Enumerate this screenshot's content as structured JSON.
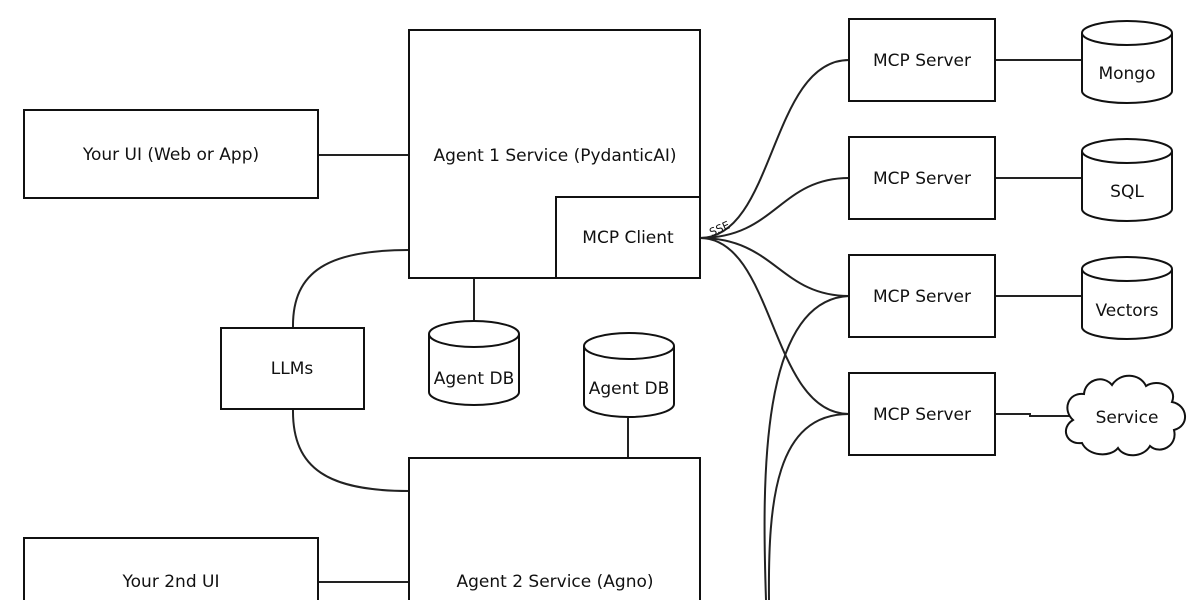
{
  "nodes": {
    "your_ui": "Your UI (Web or App)",
    "your_2nd_ui": "Your 2nd UI",
    "agent1": "Agent 1 Service (PydanticAI)",
    "mcp_client": "MCP Client",
    "agent2": "Agent 2 Service (Agno)",
    "llms": "LLMs",
    "agent1_db": "Agent DB",
    "agent2_db": "Agent DB",
    "mcp_servers": [
      "MCP Server",
      "MCP Server",
      "MCP Server",
      "MCP Server"
    ],
    "mongo": "Mongo",
    "sql": "SQL",
    "vectors": "Vectors",
    "service": "Service"
  },
  "connection_labels": {
    "sse": "SSE"
  },
  "colors": {
    "stroke": "#111111",
    "background": "#ffffff"
  }
}
